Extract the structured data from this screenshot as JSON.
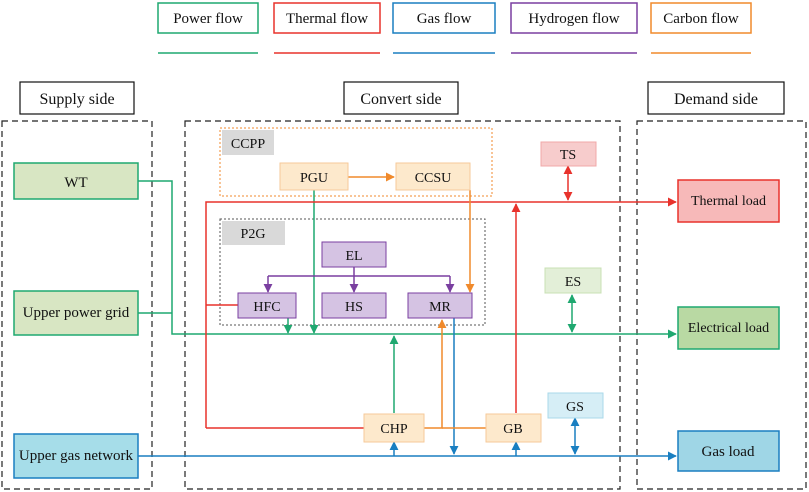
{
  "legend": {
    "power": {
      "label": "Power flow",
      "color": "#1fa870"
    },
    "thermal": {
      "label": "Thermal flow",
      "color": "#e8322c"
    },
    "gas": {
      "label": "Gas flow",
      "color": "#1a7fc1"
    },
    "hydrogen": {
      "label": "Hydrogen flow",
      "color": "#7a3fa0"
    },
    "carbon": {
      "label": "Carbon flow",
      "color": "#f08a2c"
    }
  },
  "sections": {
    "supply": "Supply side",
    "convert": "Convert side",
    "demand": "Demand side"
  },
  "groups": {
    "ccpp": "CCPP",
    "p2g": "P2G"
  },
  "nodes": {
    "wt": "WT",
    "upper_power_grid": "Upper power grid",
    "upper_gas_network": "Upper gas network",
    "pgu": "PGU",
    "ccsu": "CCSU",
    "el": "EL",
    "hfc": "HFC",
    "hs": "HS",
    "mr": "MR",
    "chp": "CHP",
    "gb": "GB",
    "ts": "TS",
    "es": "ES",
    "gs": "GS",
    "thermal_load": "Thermal load",
    "electrical_load": "Electrical load",
    "gas_load": "Gas load"
  }
}
